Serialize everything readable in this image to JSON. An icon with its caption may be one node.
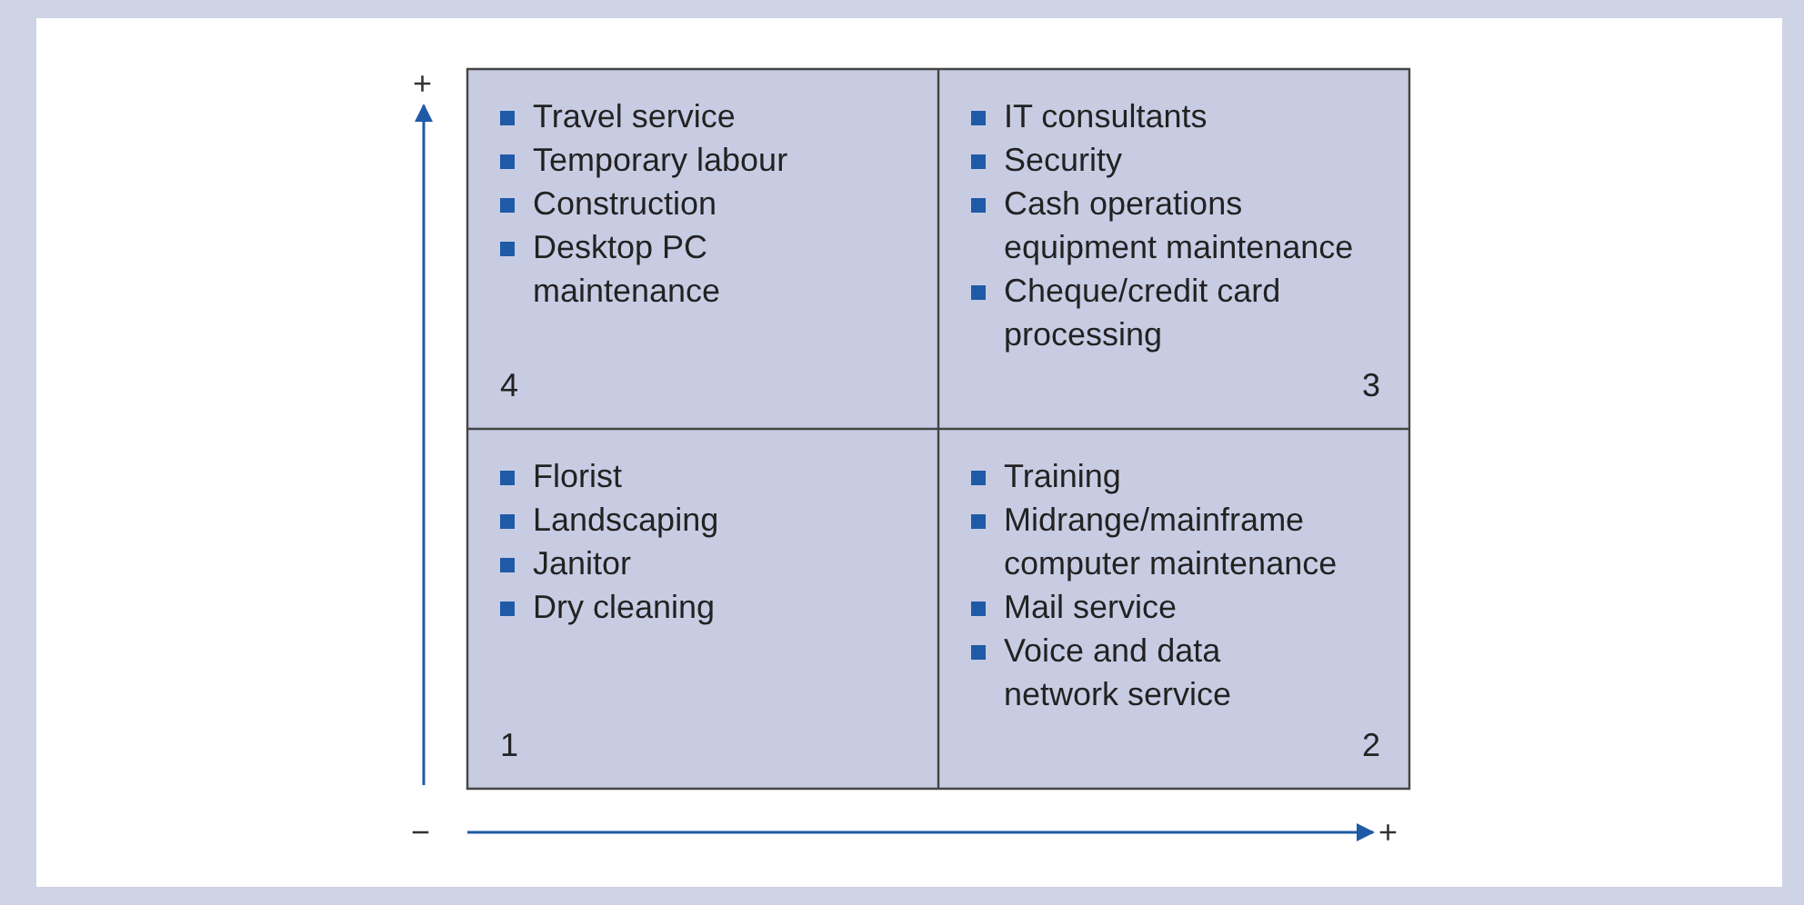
{
  "diagram": {
    "nodes": [
      {
        "text": [
          "Travel service",
          "Temporary labour",
          "Construction",
          "Desktop PC maintenance",
          "4"
        ]
      },
      {
        "text": [
          "IT consultants",
          "Security",
          "Cash operations equipment maintenance",
          "Cheque/credit card processing",
          "3"
        ]
      },
      {
        "text": [
          "Florist",
          "Landscaping",
          "Janitor",
          "Dry cleaning",
          "1"
        ]
      },
      {
        "text": [
          "Training",
          "Midrange/mainframe computer maintenance",
          "Mail service",
          "Voice and data network service",
          "2"
        ]
      }
    ],
    "labels": [
      "+",
      "−",
      "+"
    ]
  }
}
